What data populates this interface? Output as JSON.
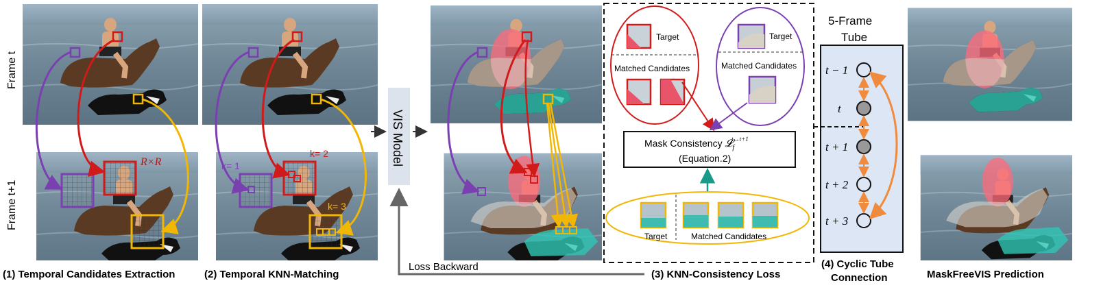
{
  "panel1": {
    "row_label_top": "Frame t",
    "row_label_bottom": "Frame t+1",
    "window_label": "R×R",
    "caption": "(1) Temporal Candidates Extraction"
  },
  "panel2": {
    "k1": "k= 1",
    "k2": "k= 2",
    "k3": "k= 3",
    "caption": "(2) Temporal KNN-Matching"
  },
  "vis_model": {
    "label": "VIS Model"
  },
  "loss_backward": "Loss Backward",
  "panel3": {
    "red_target": "Target",
    "red_matched": "Matched Candidates",
    "purple_target": "Target",
    "purple_matched": "Matched Candidates",
    "box_line1_prefix": "Mask Consistency ",
    "box_line1_symbol": "𝓛",
    "box_line1_sub": "f",
    "box_line1_sup": "t→t+1",
    "box_line2": "(Equation.2)",
    "yellow_target": "Target",
    "yellow_matched": "Matched Candidates",
    "caption": "(3) KNN-Consistency Loss"
  },
  "panel4": {
    "title_line1": "5-Frame",
    "title_line2": "Tube",
    "frames": [
      "t − 1",
      "t",
      "t + 1",
      "t + 2",
      "t + 3"
    ],
    "caption_line1": "(4) Cyclic Tube",
    "caption_line2": "Connection"
  },
  "panel5": {
    "caption": "MaskFreeVIS Prediction"
  },
  "colors": {
    "purple": "#7a3fb0",
    "red": "#d11a1a",
    "yellow": "#f2b705",
    "teal": "#1a9a8a",
    "orange": "#f08a3c",
    "tube_bg": "#dde6f5"
  }
}
